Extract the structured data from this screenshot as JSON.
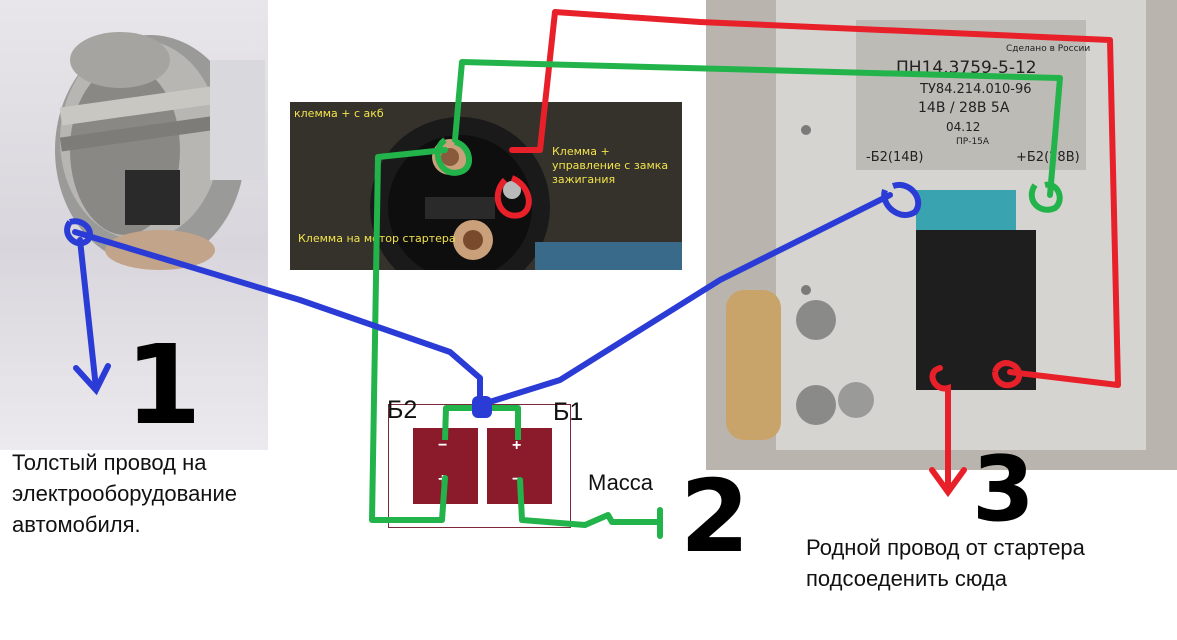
{
  "photos": {
    "solenoid": {
      "label_plus_battery": "клемма + с акб",
      "label_control_1": "Клемма +",
      "label_control_2": "управление с замка",
      "label_control_3": "зажигания",
      "label_motor": "Клемма на мотор стартера"
    },
    "regulator": {
      "made_in": "Сделано в России",
      "model": "ПН14.3759-5-12",
      "spec_line": "ТУ84.214.010-96",
      "voltage": "14В / 28В 5А",
      "date": "04.12",
      "code": "ПР-15А",
      "term_b2_14": "-Б2(14В)",
      "term_b2_28": "+Б2(28В)"
    }
  },
  "battery": {
    "label_b2": "Б2",
    "label_b1": "Б1",
    "minus": "−",
    "plus": "+",
    "ground_label": "Масса"
  },
  "markers": {
    "one": "1",
    "two": "2",
    "three": "3"
  },
  "notes": {
    "note1_line1": "Толстый провод на",
    "note1_line2": "электрооборудование",
    "note1_line3": "автомобиля.",
    "note3_line1": "Родной провод от стартера",
    "note3_line2": "подсоеденить сюда"
  },
  "colors": {
    "wire_blue": "#2b3bd6",
    "wire_green": "#22b34a",
    "wire_red": "#e8202a",
    "battery_fill": "#8b1a2a"
  }
}
